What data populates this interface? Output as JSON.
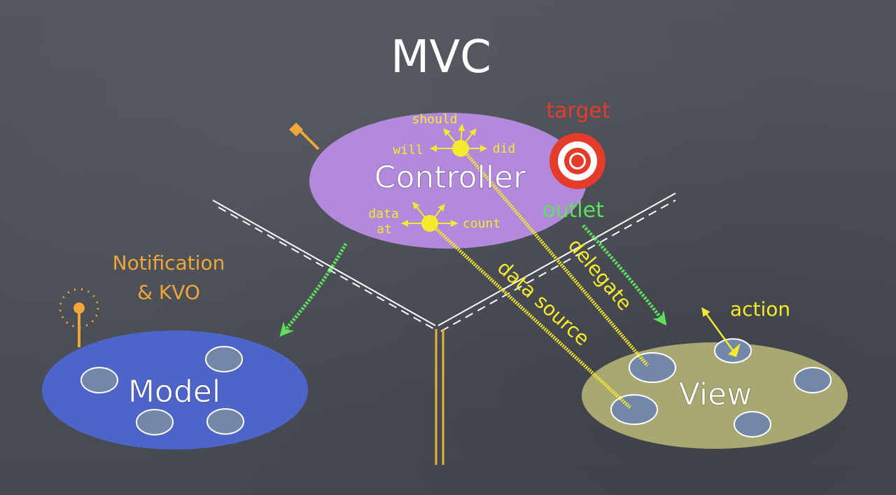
{
  "title": "MVC",
  "controller": {
    "label": "Controller"
  },
  "model": {
    "label": "Model"
  },
  "view": {
    "label": "View"
  },
  "delegate_arrows": {
    "should": "should",
    "will": "will",
    "did": "did"
  },
  "datasource_arrows": {
    "data": "data",
    "at": "at",
    "count": "count"
  },
  "labels": {
    "target": "target",
    "outlet": "outlet",
    "delegate": "delegate",
    "data_source": "data source",
    "action": "action",
    "notification_line1": "Notification",
    "notification_line2": "& KVO"
  },
  "colors": {
    "controller": "#b389dc",
    "model": "#4d64c9",
    "view": "#a9a873",
    "bubble": "#7388a8",
    "yellow": "#f5ea2e",
    "green": "#5de05b",
    "orange": "#f0a63a",
    "red": "#e53b2a",
    "white": "#ffffff"
  },
  "icons": {
    "target": "bullseye-icon",
    "antenna": "antenna-icon",
    "plug": "plug-icon"
  }
}
